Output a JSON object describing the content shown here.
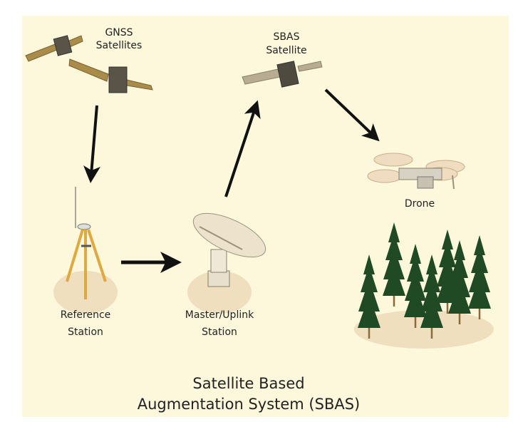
{
  "colors": {
    "background": "#fdf8dc",
    "ground": "#efdfbf",
    "arrow": "#111111",
    "tree": "#1f4a24",
    "solar_gnss": "#a98b4a",
    "solar_sbas": "#b8ac93"
  },
  "labels": {
    "gnss": [
      "GNSS",
      "Satellites"
    ],
    "sbas": [
      "SBAS",
      "Satellite"
    ],
    "drone": "Drone",
    "reference": [
      "Reference",
      "Station"
    ],
    "master": [
      "Master/Uplink",
      "Station"
    ]
  },
  "title": [
    "Satellite Based",
    "Augmentation System (SBAS)"
  ]
}
